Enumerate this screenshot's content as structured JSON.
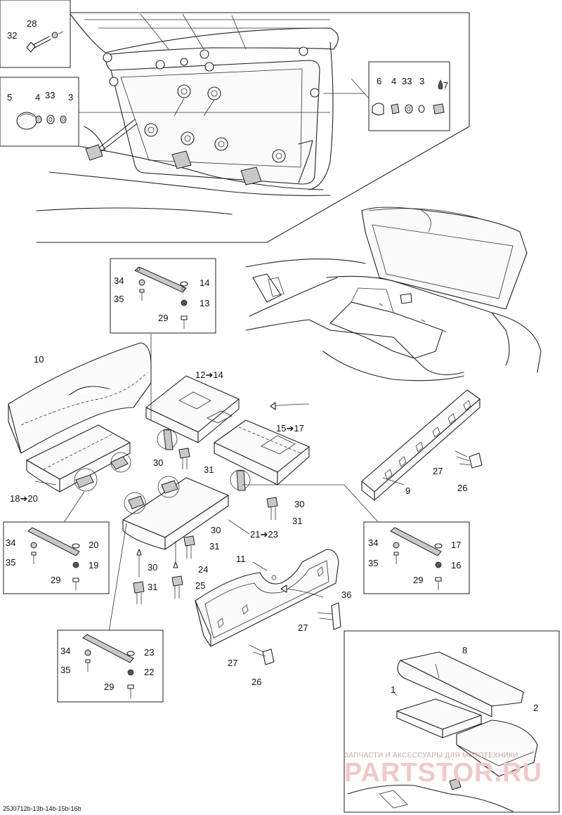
{
  "labels": {
    "p1": "1",
    "p2": "2",
    "p3a": "3",
    "p3b": "3",
    "p4a": "4",
    "p4b": "4",
    "p5": "5",
    "p6": "6",
    "p7": "7",
    "p8": "8",
    "p9": "9",
    "p10": "10",
    "p11": "11",
    "p12_14": "12➔14",
    "p13": "13",
    "p14": "14",
    "p15_17": "15➔17",
    "p16": "16",
    "p17": "17",
    "p18_20": "18➔20",
    "p19": "19",
    "p20": "20",
    "p21_23": "21➔23",
    "p22": "22",
    "p23": "23",
    "p24": "24",
    "p25": "25",
    "p26a": "26",
    "p26b": "26",
    "p27a": "27",
    "p27b": "27",
    "p27c": "27",
    "p28": "28",
    "p29a": "29",
    "p29b": "29",
    "p29c": "29",
    "p29d": "29",
    "p30a": "30",
    "p30b": "30",
    "p30c": "30",
    "p30d": "30",
    "p31a": "31",
    "p31b": "31",
    "p31c": "31",
    "p31d": "31",
    "p32": "32",
    "p33a": "33",
    "p33b": "33",
    "p34a": "34",
    "p34b": "34",
    "p34c": "34",
    "p34d": "34",
    "p35a": "35",
    "p35b": "35",
    "p35c": "35",
    "p35d": "35",
    "p36": "36"
  },
  "drawing_code": "25J0712b-13b-14b-15b-16b",
  "watermark": {
    "line1": "ЗАПЧАСТИ И АКСЕССУАРЫ ДЛЯ МОТОТЕХНИКИ",
    "line2": "PARTSTOR.RU"
  }
}
